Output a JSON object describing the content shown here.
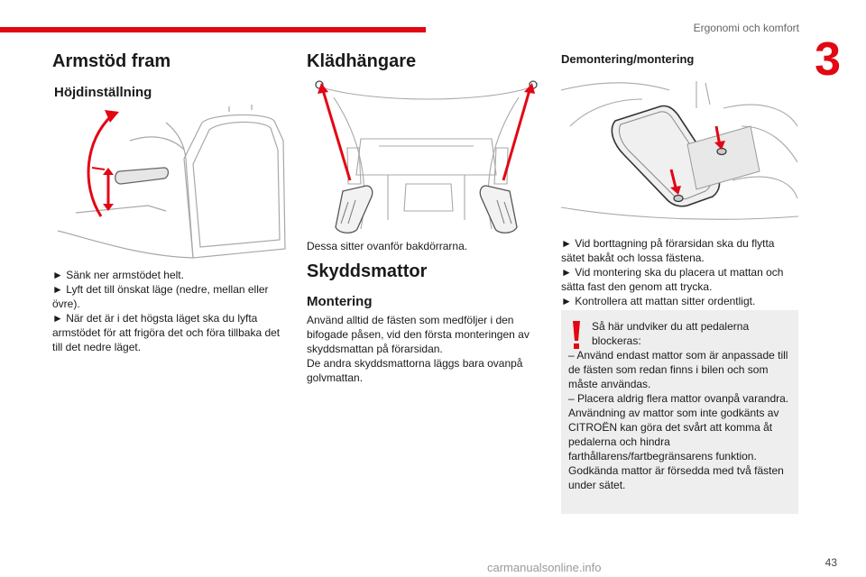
{
  "header": {
    "section_title": "Ergonomi och komfort",
    "chapter": "3",
    "page": "43"
  },
  "col1": {
    "title": "Armstöd fram",
    "subtitle": "Höjdinställning",
    "steps": [
      "► Sänk ner armstödet helt.",
      "► Lyft det till önskat läge (nedre, mellan eller övre).",
      "► När det är i det högsta läget ska du lyfta armstödet för att frigöra det och föra tillbaka det till det nedre läget."
    ]
  },
  "col2": {
    "title": "Klädhängare",
    "caption": "Dessa sitter ovanför bakdörrarna.",
    "section2_title": "Skyddsmattor",
    "subsection_title": "Montering",
    "body": [
      "Använd alltid de fästen som medföljer i den bifogade påsen, vid den första monteringen av skyddsmattan på förarsidan.",
      "De andra skyddsmattorna läggs bara ovanpå golvmattan."
    ]
  },
  "col3": {
    "title": "Demontering/montering",
    "steps": [
      "► Vid borttagning på förarsidan ska du flytta sätet bakåt och lossa fästena.",
      "► Vid montering ska du placera ut mattan och sätta fast den genom att trycka.",
      "► Kontrollera att mattan sitter ordentligt."
    ],
    "warning": {
      "lead": "Så här undviker du att pedalerna blockeras:",
      "lines": [
        "– Använd endast mattor som är anpassade till de fästen som redan finns i bilen och som måste användas.",
        "– Placera aldrig flera mattor ovanpå varandra.",
        "Användning av mattor som inte godkänts av CITROËN kan göra det svårt att komma åt pedalerna och hindra farthållarens/fartbegränsarens funktion.",
        "Godkända mattor är försedda med två fästen under sätet."
      ]
    }
  },
  "watermark": "carmanualsonline.info",
  "colors": {
    "accent": "#e30613",
    "warning_bg": "#eeeeee"
  }
}
